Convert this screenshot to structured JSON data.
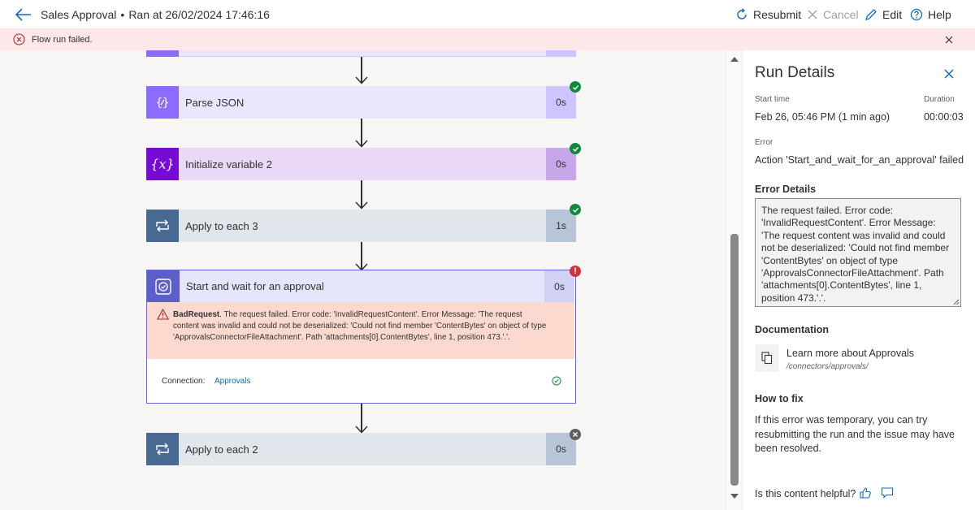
{
  "header": {
    "title": "Sales Approval",
    "separator": "•",
    "run_info": "Ran at 26/02/2024 17:46:16",
    "commands": {
      "resubmit": "Resubmit",
      "cancel": "Cancel",
      "edit": "Edit",
      "help": "Help"
    }
  },
  "banner": {
    "message": "Flow run failed."
  },
  "flow": {
    "steps": [
      {
        "label": "Parse JSON",
        "duration": "0s",
        "status": "succeeded",
        "icon": "parse-json-icon"
      },
      {
        "label": "Initialize variable 2",
        "duration": "0s",
        "status": "succeeded",
        "icon": "variable-icon"
      },
      {
        "label": "Apply to each 3",
        "duration": "1s",
        "status": "succeeded",
        "icon": "loop-icon"
      },
      {
        "label": "Start and wait for an approval",
        "duration": "0s",
        "status": "failed",
        "icon": "approval-icon"
      },
      {
        "label": "Apply to each 2",
        "duration": "0s",
        "status": "skipped",
        "icon": "loop-icon"
      }
    ],
    "approval_error": {
      "code": "BadRequest",
      "message": ". The request failed. Error code: 'InvalidRequestContent'. Error Message: 'The request content was invalid and could not be deserialized: 'Could not find member 'ContentBytes' on object of type 'ApprovalsConnectorFileAttachment'. Path 'attachments[0].ContentBytes', line 1, position 473.'.'."
    },
    "connection_label": "Connection:",
    "connection_name": "Approvals"
  },
  "panel": {
    "title": "Run Details",
    "start_time_label": "Start time",
    "start_time": "Feb 26, 05:46 PM (1 min ago)",
    "duration_label": "Duration",
    "duration": "00:00:03",
    "error_label": "Error",
    "error": "Action 'Start_and_wait_for_an_approval' failed",
    "error_details_heading": "Error Details",
    "error_details": "The request failed. Error code: 'InvalidRequestContent'. Error Message: 'The request content was invalid and could not be deserialized: 'Could not find member 'ContentBytes' on object of type 'ApprovalsConnectorFileAttachment'. Path 'attachments[0].ContentBytes', line 1, position 473.'.'.",
    "documentation_heading": "Documentation",
    "doc_link": "Learn more about Approvals",
    "doc_path": "/connectors/approvals/",
    "how_to_fix_heading": "How to fix",
    "how_to_fix": "If this error was temporary, you can try resubmitting the run and the issue may have been resolved.",
    "helpful_question": "Is this content helpful?"
  },
  "colors": {
    "error_banner": "#fde7e9",
    "success": "#0e8a3c",
    "failure": "#d13438",
    "link": "#0f6cbd",
    "approval_border": "#6264d9"
  }
}
